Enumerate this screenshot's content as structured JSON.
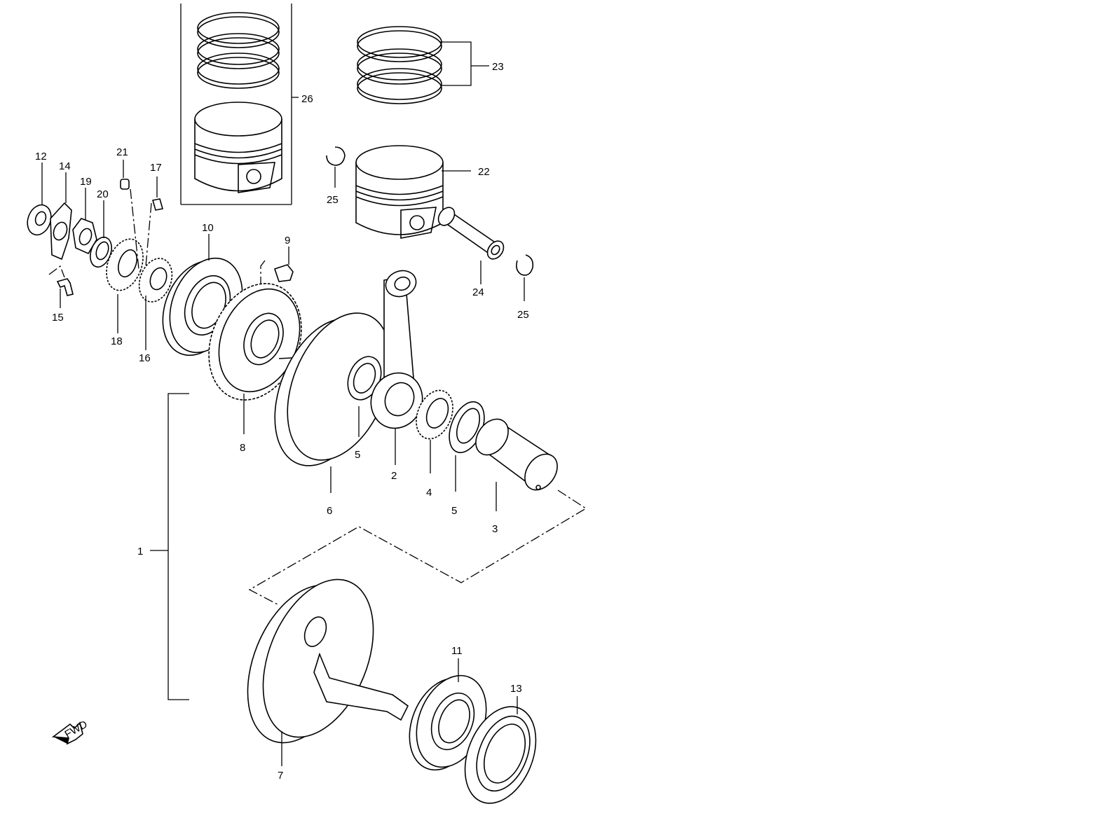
{
  "callouts": {
    "c1": "1",
    "c2": "2",
    "c3": "3",
    "c4": "4",
    "c5a": "5",
    "c5b": "5",
    "c6": "6",
    "c7": "7",
    "c8": "8",
    "c9": "9",
    "c10": "10",
    "c11": "11",
    "c12": "12",
    "c13": "13",
    "c14": "14",
    "c15": "15",
    "c16": "16",
    "c17": "17",
    "c18": "18",
    "c19": "19",
    "c20": "20",
    "c21": "21",
    "c22": "22",
    "c23": "23",
    "c24": "24",
    "c25a": "25",
    "c25b": "25",
    "c26": "26"
  },
  "fwd_arrow": {
    "label": "FWD",
    "icon": "forward-arrow-icon"
  }
}
